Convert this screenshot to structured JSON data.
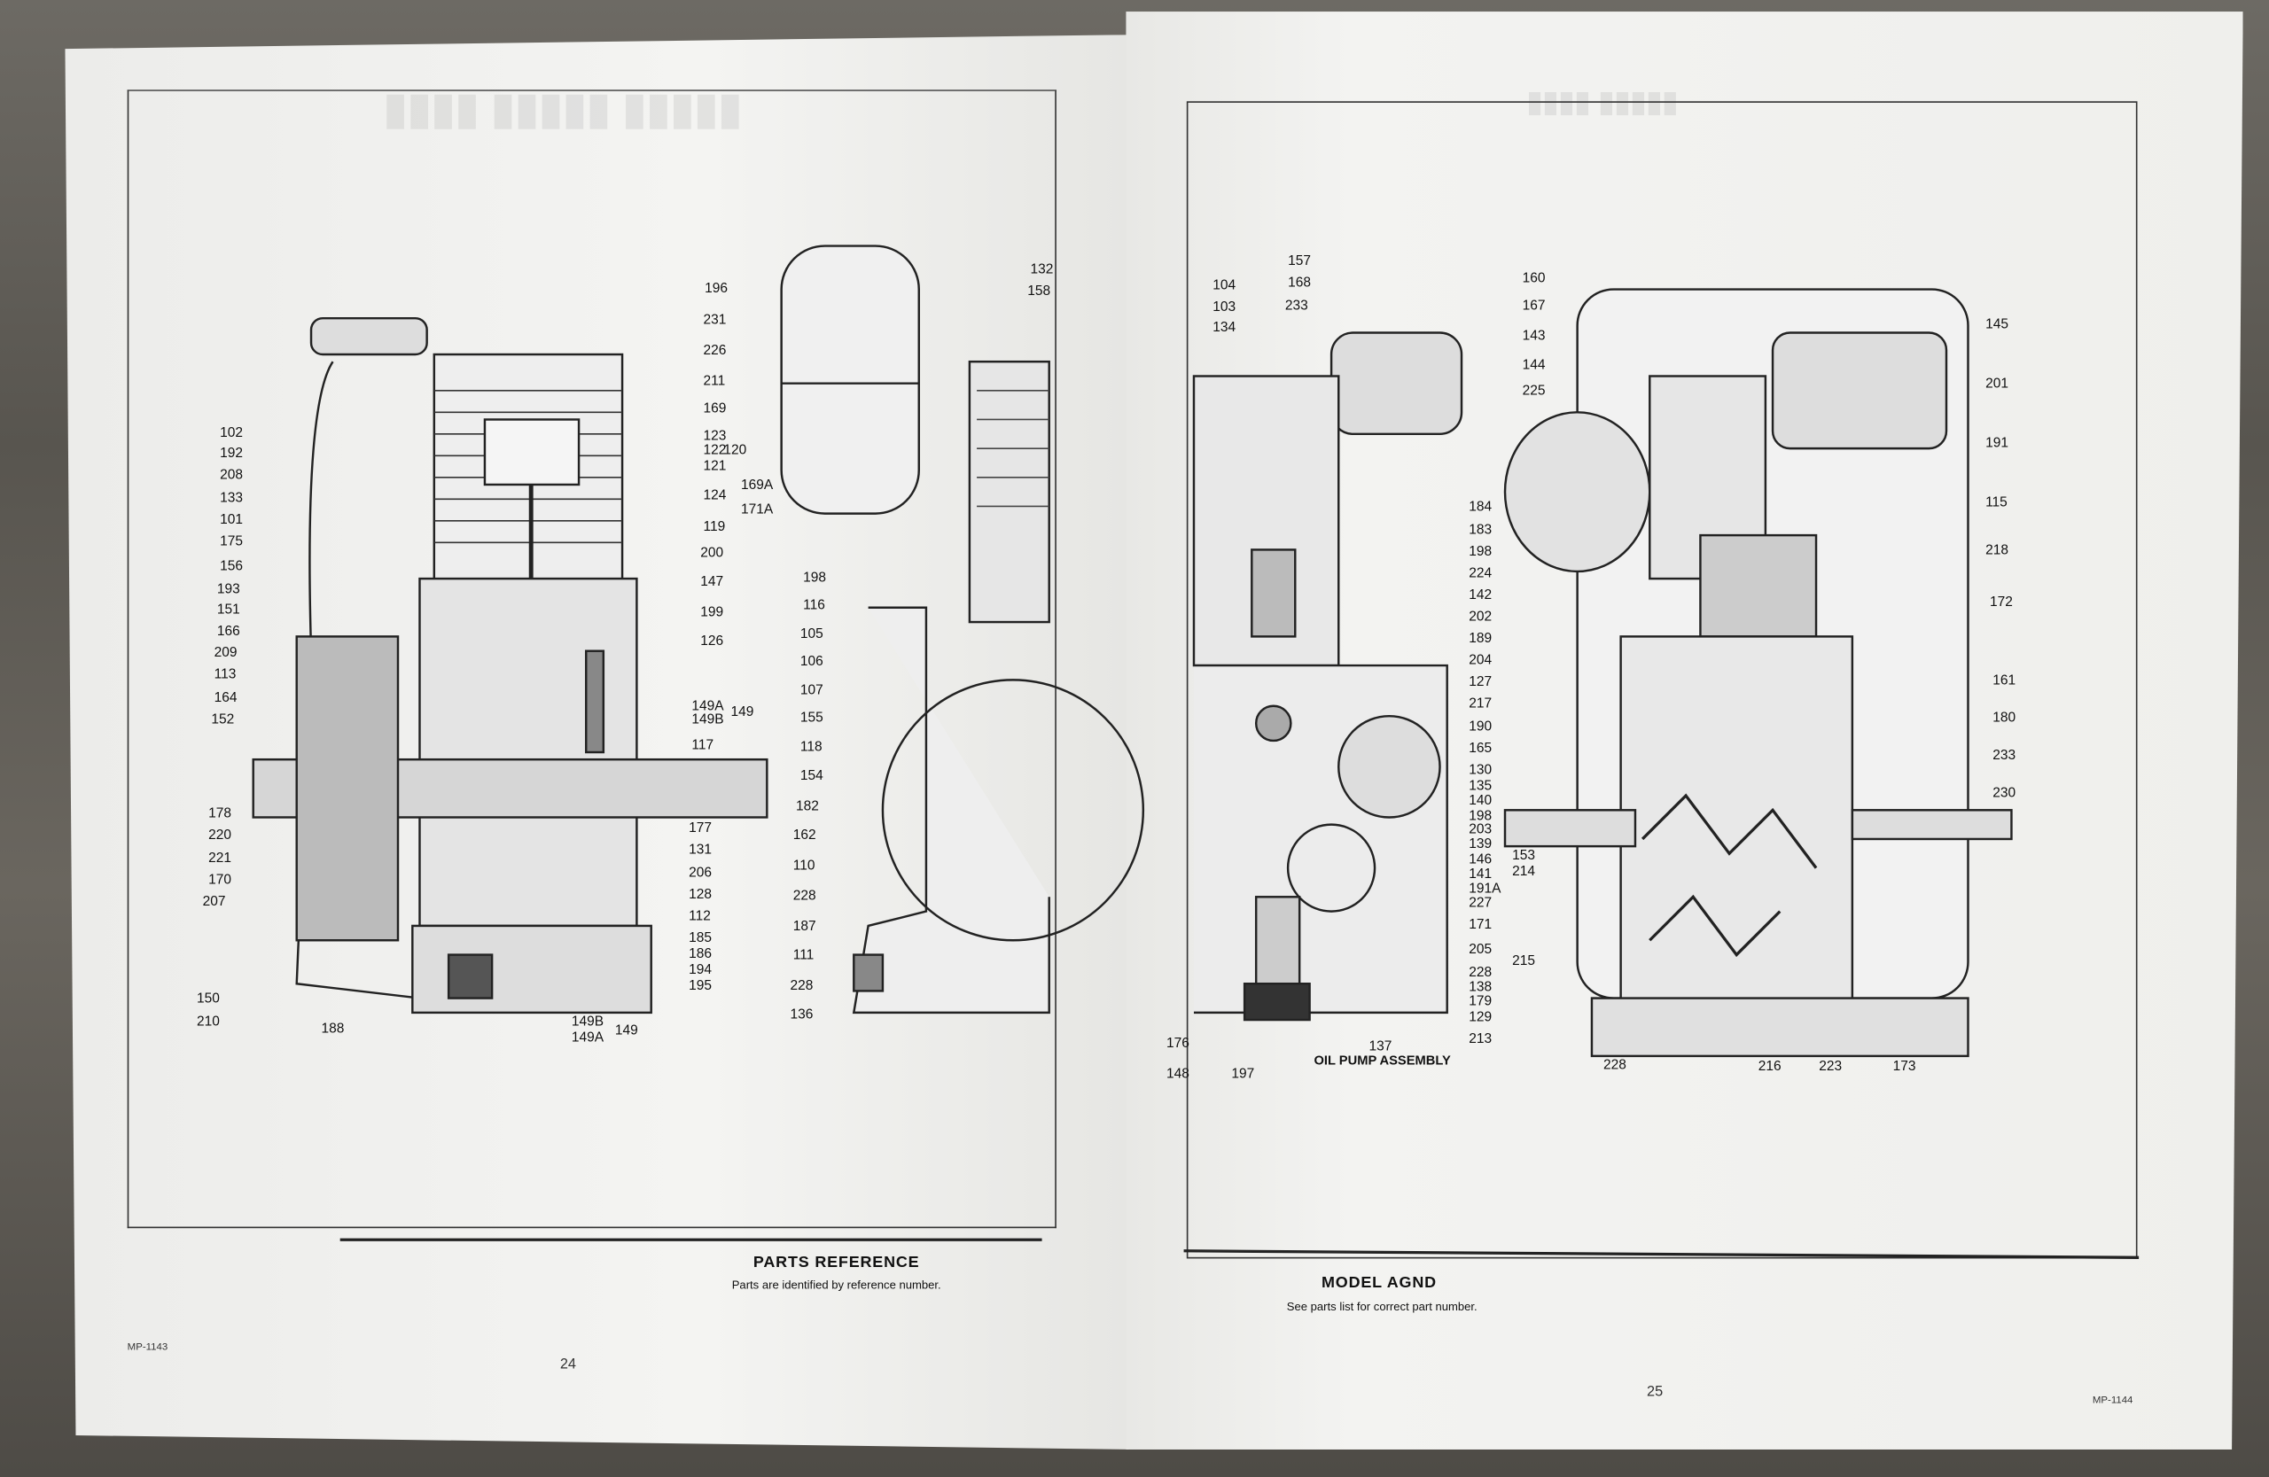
{
  "left_page": {
    "caption_title": "PARTS REFERENCE",
    "caption_subtitle": "Parts are identified by reference number.",
    "doc_code": "MP-1143",
    "page_number": "24",
    "labels": [
      "102",
      "192",
      "208",
      "133",
      "101",
      "175",
      "156",
      "193",
      "151",
      "166",
      "209",
      "113",
      "164",
      "152",
      "178",
      "220",
      "221",
      "170",
      "207",
      "150",
      "210",
      "188",
      "231",
      "226",
      "211",
      "169",
      "123",
      "122",
      "121",
      "120",
      "124",
      "119",
      "200",
      "147",
      "199",
      "126",
      "149A",
      "149B",
      "149",
      "117",
      "177",
      "131",
      "206",
      "128",
      "112",
      "185",
      "186",
      "194",
      "195",
      "149B",
      "149A",
      "149",
      "196",
      "132",
      "158",
      "169A",
      "171A",
      "198",
      "116",
      "105",
      "106",
      "107",
      "155",
      "118",
      "154",
      "182",
      "162",
      "110",
      "228",
      "187",
      "111",
      "228",
      "136"
    ]
  },
  "right_page": {
    "caption_title": "MODEL AGND",
    "caption_subtitle": "See parts list for correct part number.",
    "doc_code": "MP-1144",
    "page_number": "25",
    "oil_pump_label": "OIL PUMP ASSEMBLY",
    "labels": [
      "157",
      "168",
      "233",
      "104",
      "103",
      "134",
      "160",
      "167",
      "143",
      "144",
      "225",
      "184",
      "183",
      "198",
      "224",
      "142",
      "202",
      "189",
      "204",
      "127",
      "217",
      "190",
      "165",
      "130",
      "135",
      "140",
      "198",
      "203",
      "139",
      "146",
      "141",
      "191A",
      "227",
      "171",
      "205",
      "228",
      "138",
      "179",
      "129",
      "213",
      "153",
      "214",
      "215",
      "176",
      "148",
      "197",
      "137",
      "145",
      "201",
      "191",
      "115",
      "218",
      "172",
      "161",
      "180",
      "233",
      "230",
      "228",
      "216",
      "223",
      "173"
    ]
  }
}
